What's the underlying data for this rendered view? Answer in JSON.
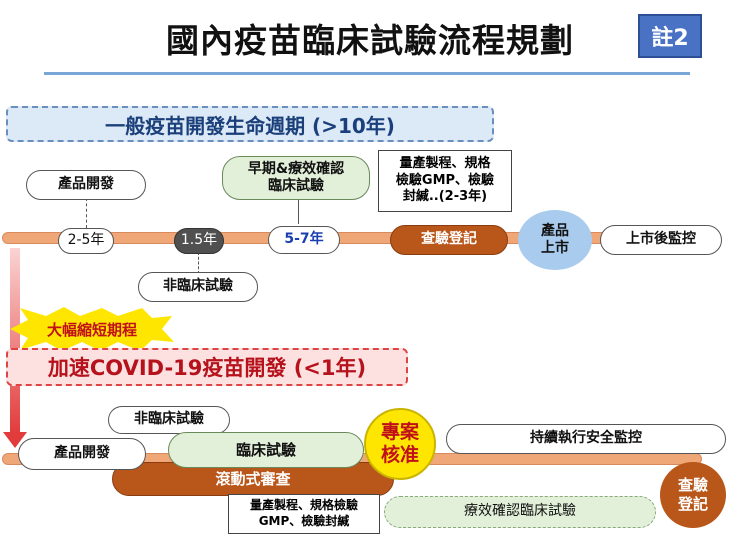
{
  "title": "國內疫苗臨床試驗流程規劃",
  "note_badge": "註2",
  "general": {
    "banner": "一般疫苗開發生命週期 (>10年)",
    "product_dev": "產品開發",
    "product_dev_years": "2-5年",
    "nonclinical_years": "1.5年",
    "nonclinical": "非臨床試驗",
    "efficacy_trial": "早期&療效確認\n臨床試驗",
    "efficacy_years": "5-7年",
    "mass_production": "量產製程、規格\n檢驗GMP、檢驗\n封緘..(2-3年)",
    "registration": "查驗登記",
    "market_launch": "產品\n上市",
    "post_market": "上市後監控"
  },
  "covid": {
    "shorten_label": "大幅縮短期程",
    "banner": "加速COVID-19疫苗開發 (<1年)",
    "nonclinical": "非臨床試驗",
    "product_dev": "產品開發",
    "clinical_trial": "臨床試驗",
    "special_approval": "專案\n核准",
    "safety_monitoring": "持續執行安全監控",
    "rolling_review": "滾動式審查",
    "mass_production": "量產製程、規格檢驗\nGMP、檢驗封緘",
    "efficacy_trial": "療效確認臨床試驗",
    "registration": "查驗\n登記"
  },
  "colors": {
    "timeline": "#f0a778",
    "brown": "#b9561a",
    "green": "#e2efd9",
    "blue_band": "#dce9f7",
    "red_band": "#fde0e0",
    "badge": "#4a72c4",
    "star": "#ffe600"
  }
}
